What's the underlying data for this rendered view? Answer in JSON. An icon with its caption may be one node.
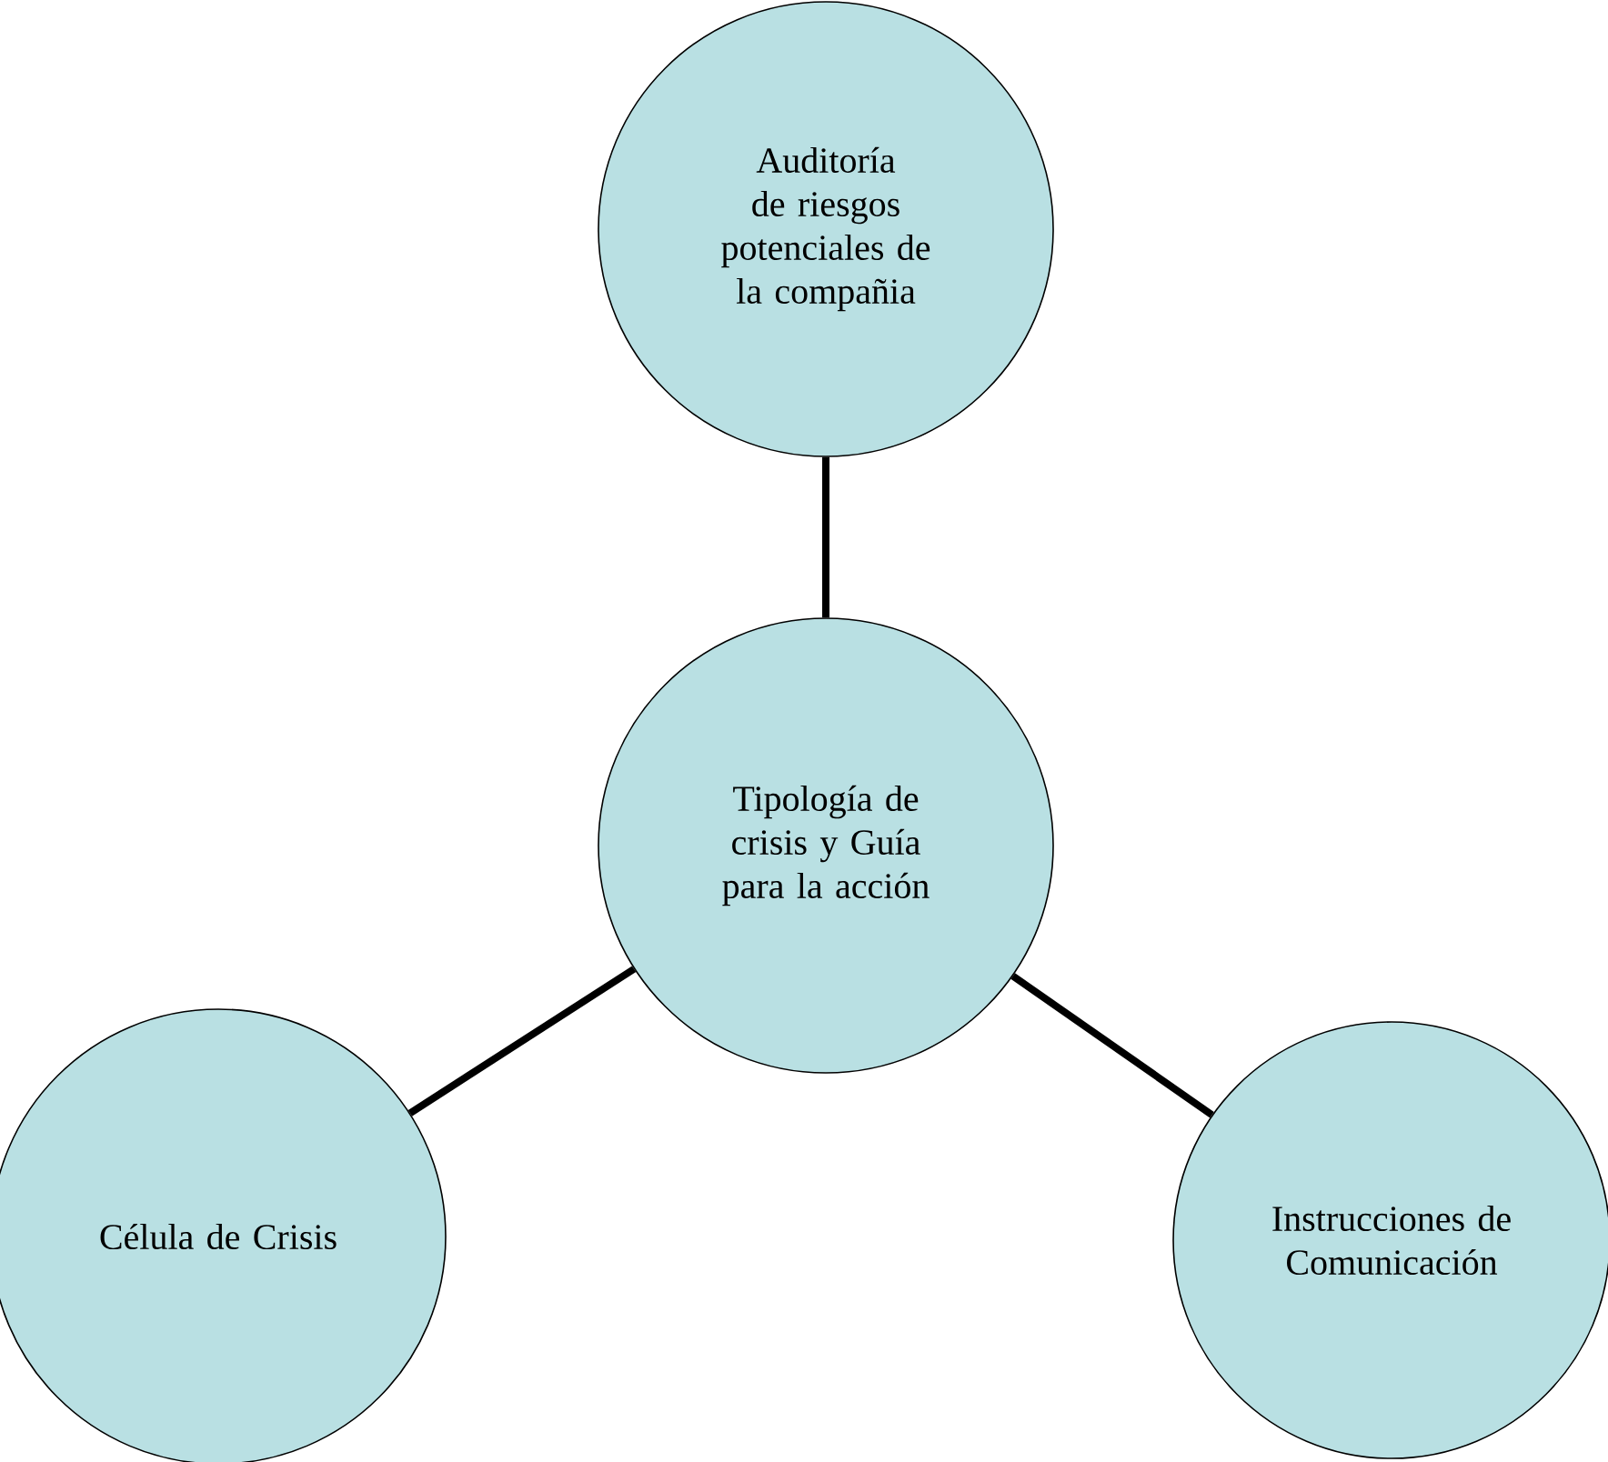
{
  "diagram": {
    "nodes": [
      {
        "text": [
          "Auditoría de riesgos potenciales de la compañia"
        ]
      },
      {
        "text": [
          "Tipología de crisis y Guía para la acción"
        ]
      },
      {
        "text": [
          "Célula de Crisis"
        ]
      },
      {
        "text": [
          "Instrucciones de Comunicación"
        ]
      }
    ],
    "edges": [
      {
        "from": 1,
        "to": 0,
        "arrow": "none"
      },
      {
        "from": 1,
        "to": 2,
        "arrow": "none"
      },
      {
        "from": 1,
        "to": 3,
        "arrow": "none"
      }
    ]
  }
}
